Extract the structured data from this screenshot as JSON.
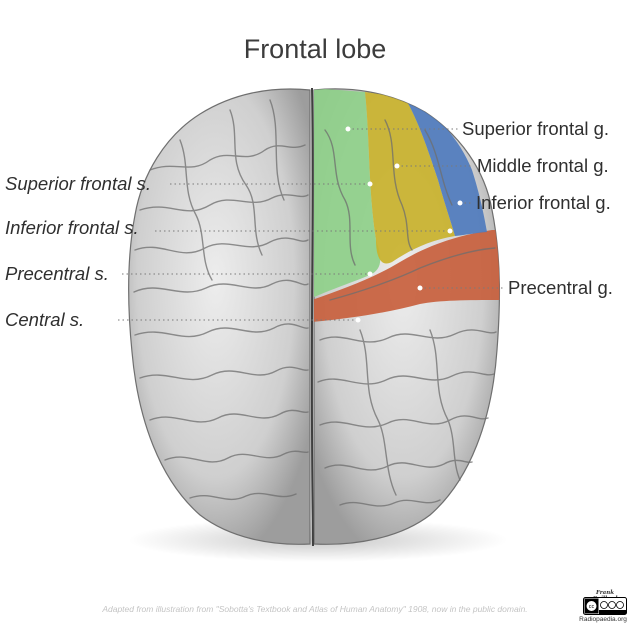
{
  "title": "Frontal lobe",
  "labels": {
    "superior_frontal_g": "Superior frontal g.",
    "middle_frontal_g": "Middle frontal g.",
    "inferior_frontal_g": "Inferior frontal g.",
    "precentral_g": "Precentral g.",
    "superior_frontal_s": "Superior frontal s.",
    "inferior_frontal_s": "Inferior frontal s.",
    "precentral_s": "Precentral s.",
    "central_s": "Central s."
  },
  "credit": "Adapted from illustration from \"Sobotta's Textbook and Atlas of Human Anatomy\" 1908, now in the public domain.",
  "author": "Frank Gaillard",
  "site": "Radiopaedia.org",
  "license_badge": "cc by nc sa",
  "colors": {
    "superior_frontal_g": "#8fd08a",
    "middle_frontal_g": "#c9b22c",
    "inferior_frontal_g": "#4f7bbd",
    "precentral_g": "#c85f3d",
    "brain": "#cfcfcf"
  }
}
